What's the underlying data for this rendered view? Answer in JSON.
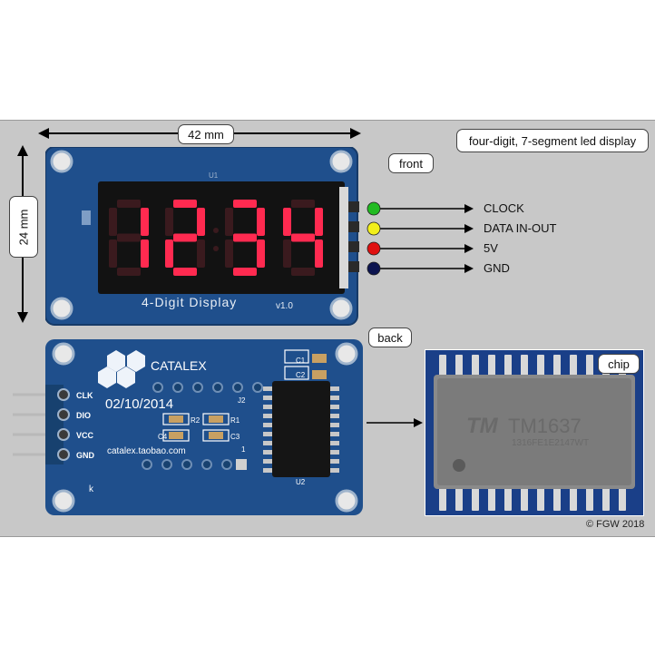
{
  "title": "four-digit, 7-segment led display",
  "labels": {
    "front": "front",
    "back": "back",
    "chip": "chip"
  },
  "dimensions": {
    "width": "42 mm",
    "height": "24 mm"
  },
  "front_pcb": {
    "display_digits": "1234",
    "silkscreen": "4-Digit Display",
    "version": "v1.0",
    "u1": "U1"
  },
  "back_pcb": {
    "brand": "CATALEX",
    "date": "02/10/2014",
    "url": "catalex.taobao.com",
    "pins": [
      "CLK",
      "DIO",
      "VCC",
      "GND"
    ],
    "c1": "C1",
    "c2": "C2",
    "r1": "R1",
    "r2": "R2",
    "c3": "C3",
    "c4": "C4",
    "j2": "J2",
    "u2": "U2",
    "one": "1",
    "k": "k"
  },
  "chip": {
    "marking": "TM1637",
    "code": "1316FE1E2147WT"
  },
  "pins": [
    {
      "name": "CLOCK",
      "color": "#22bb22"
    },
    {
      "name": "DATA IN-OUT",
      "color": "#f2ef1a"
    },
    {
      "name": "5V",
      "color": "#e01010"
    },
    {
      "name": "GND",
      "color": "#0c1450"
    }
  ],
  "copyright": "© FGW 2018",
  "colors": {
    "pcb": "#1f4f8c",
    "segment_on": "#ff2a50",
    "segment_off": "#3a1a1e",
    "panel": "#c8c8c8"
  }
}
